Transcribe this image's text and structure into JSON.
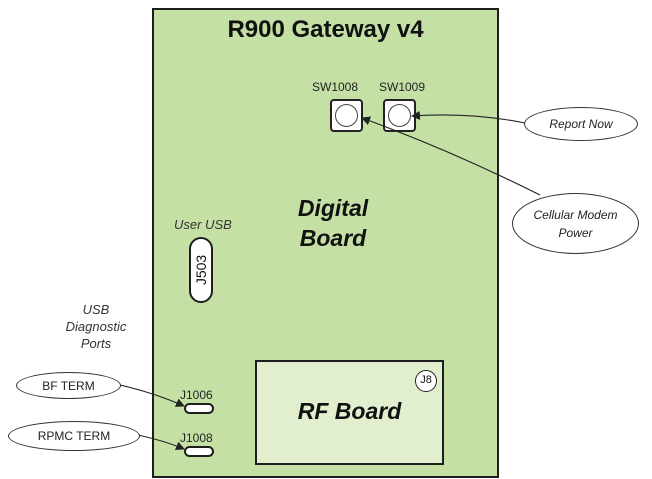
{
  "title": "R900 Gateway v4",
  "switches": [
    {
      "label": "SW1008"
    },
    {
      "label": "SW1009"
    }
  ],
  "digital_board": {
    "line1": "Digital",
    "line2": "Board"
  },
  "user_usb": {
    "label": "User USB",
    "connector": "J503"
  },
  "rf_board": {
    "label": "RF Board",
    "connector": "J8"
  },
  "diag_ports": {
    "heading_lines": [
      "USB",
      "Diagnostic",
      "Ports"
    ],
    "ports": [
      {
        "connector": "J1006",
        "callout": "BF TERM"
      },
      {
        "connector": "J1008",
        "callout": "RPMC TERM"
      }
    ]
  },
  "callouts": {
    "report_now": "Report Now",
    "cellular_line1": "Cellular Modem",
    "cellular_line2": "Power"
  }
}
